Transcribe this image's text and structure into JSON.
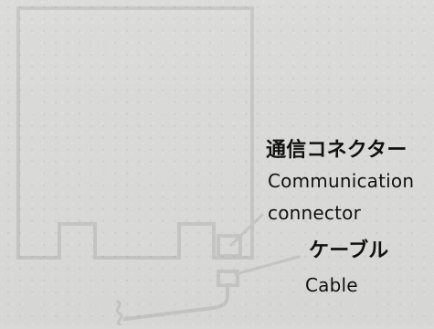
{
  "labels": {
    "communication_connector_jp": "通信コネクター",
    "communication_connector_en_line1": "Communication",
    "communication_connector_en_line2": "connector",
    "cable_jp": "ケーブル",
    "cable_en": "Cable"
  },
  "colors": {
    "background": "#d9d9d7",
    "ink": "#111111"
  }
}
